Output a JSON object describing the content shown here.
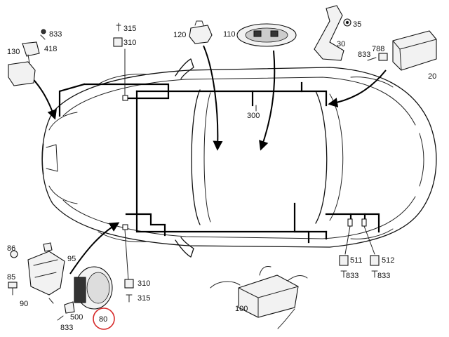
{
  "labels": {
    "l130": "130",
    "l833a": "833",
    "l418": "418",
    "l315a": "315",
    "l310a": "310",
    "l120": "120",
    "l110": "110",
    "l35": "35",
    "l30": "30",
    "l788": "788",
    "l833b": "833",
    "l20": "20",
    "l300": "300",
    "l86": "86",
    "l95": "95",
    "l85": "85",
    "l90": "90",
    "l500": "500",
    "l833c": "833",
    "l80": "80",
    "l310b": "310",
    "l315b": "315",
    "l100": "100",
    "l511": "511",
    "l833d": "833",
    "l512": "512",
    "l833e": "833"
  },
  "highlight": {
    "part": "80",
    "color": "#d62828"
  }
}
